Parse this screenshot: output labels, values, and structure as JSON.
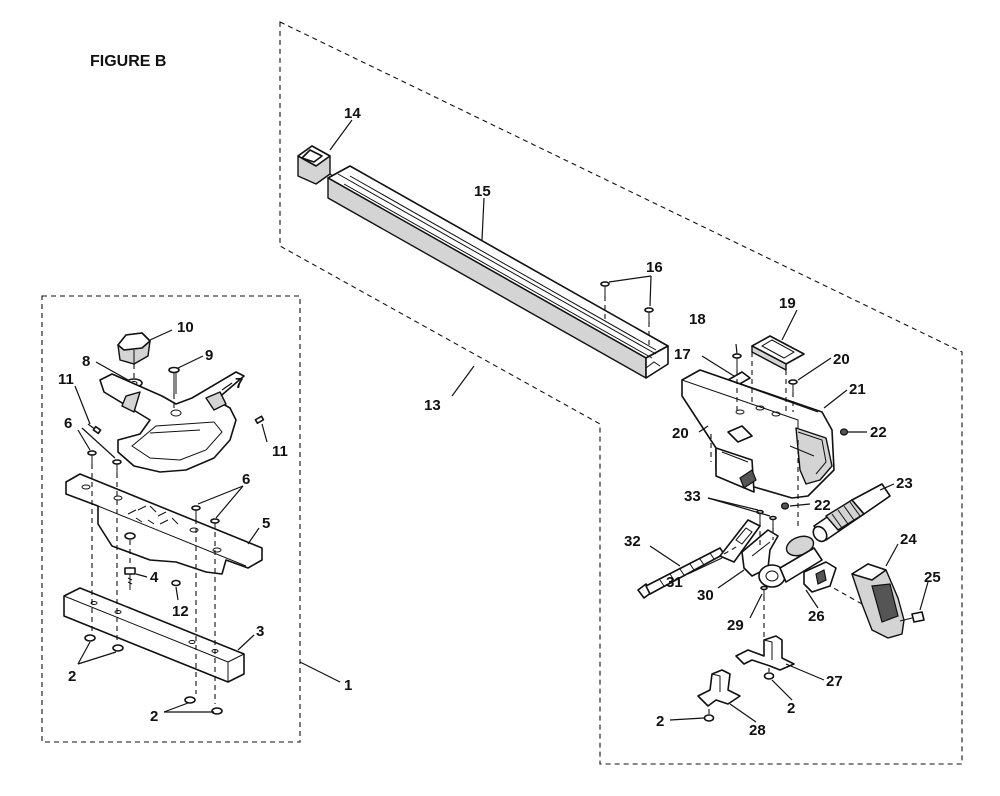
{
  "figure": {
    "title": "FIGURE B"
  },
  "callouts": {
    "c1": "1",
    "c2a": "2",
    "c2b": "2",
    "c2c": "2",
    "c2d": "2",
    "c3": "3",
    "c4": "4",
    "c5": "5",
    "c6a": "6",
    "c6b": "6",
    "c7": "7",
    "c8": "8",
    "c9": "9",
    "c10": "10",
    "c11a": "11",
    "c11b": "11",
    "c12": "12",
    "c13": "13",
    "c14": "14",
    "c15": "15",
    "c16": "16",
    "c17": "17",
    "c18": "18",
    "c19": "19",
    "c20a": "20",
    "c20b": "20",
    "c21": "21",
    "c22a": "22",
    "c22b": "22",
    "c23": "23",
    "c24": "24",
    "c25": "25",
    "c26": "26",
    "c27": "27",
    "c28": "28",
    "c29": "29",
    "c30": "30",
    "c31": "31",
    "c32": "32",
    "c33": "33"
  }
}
